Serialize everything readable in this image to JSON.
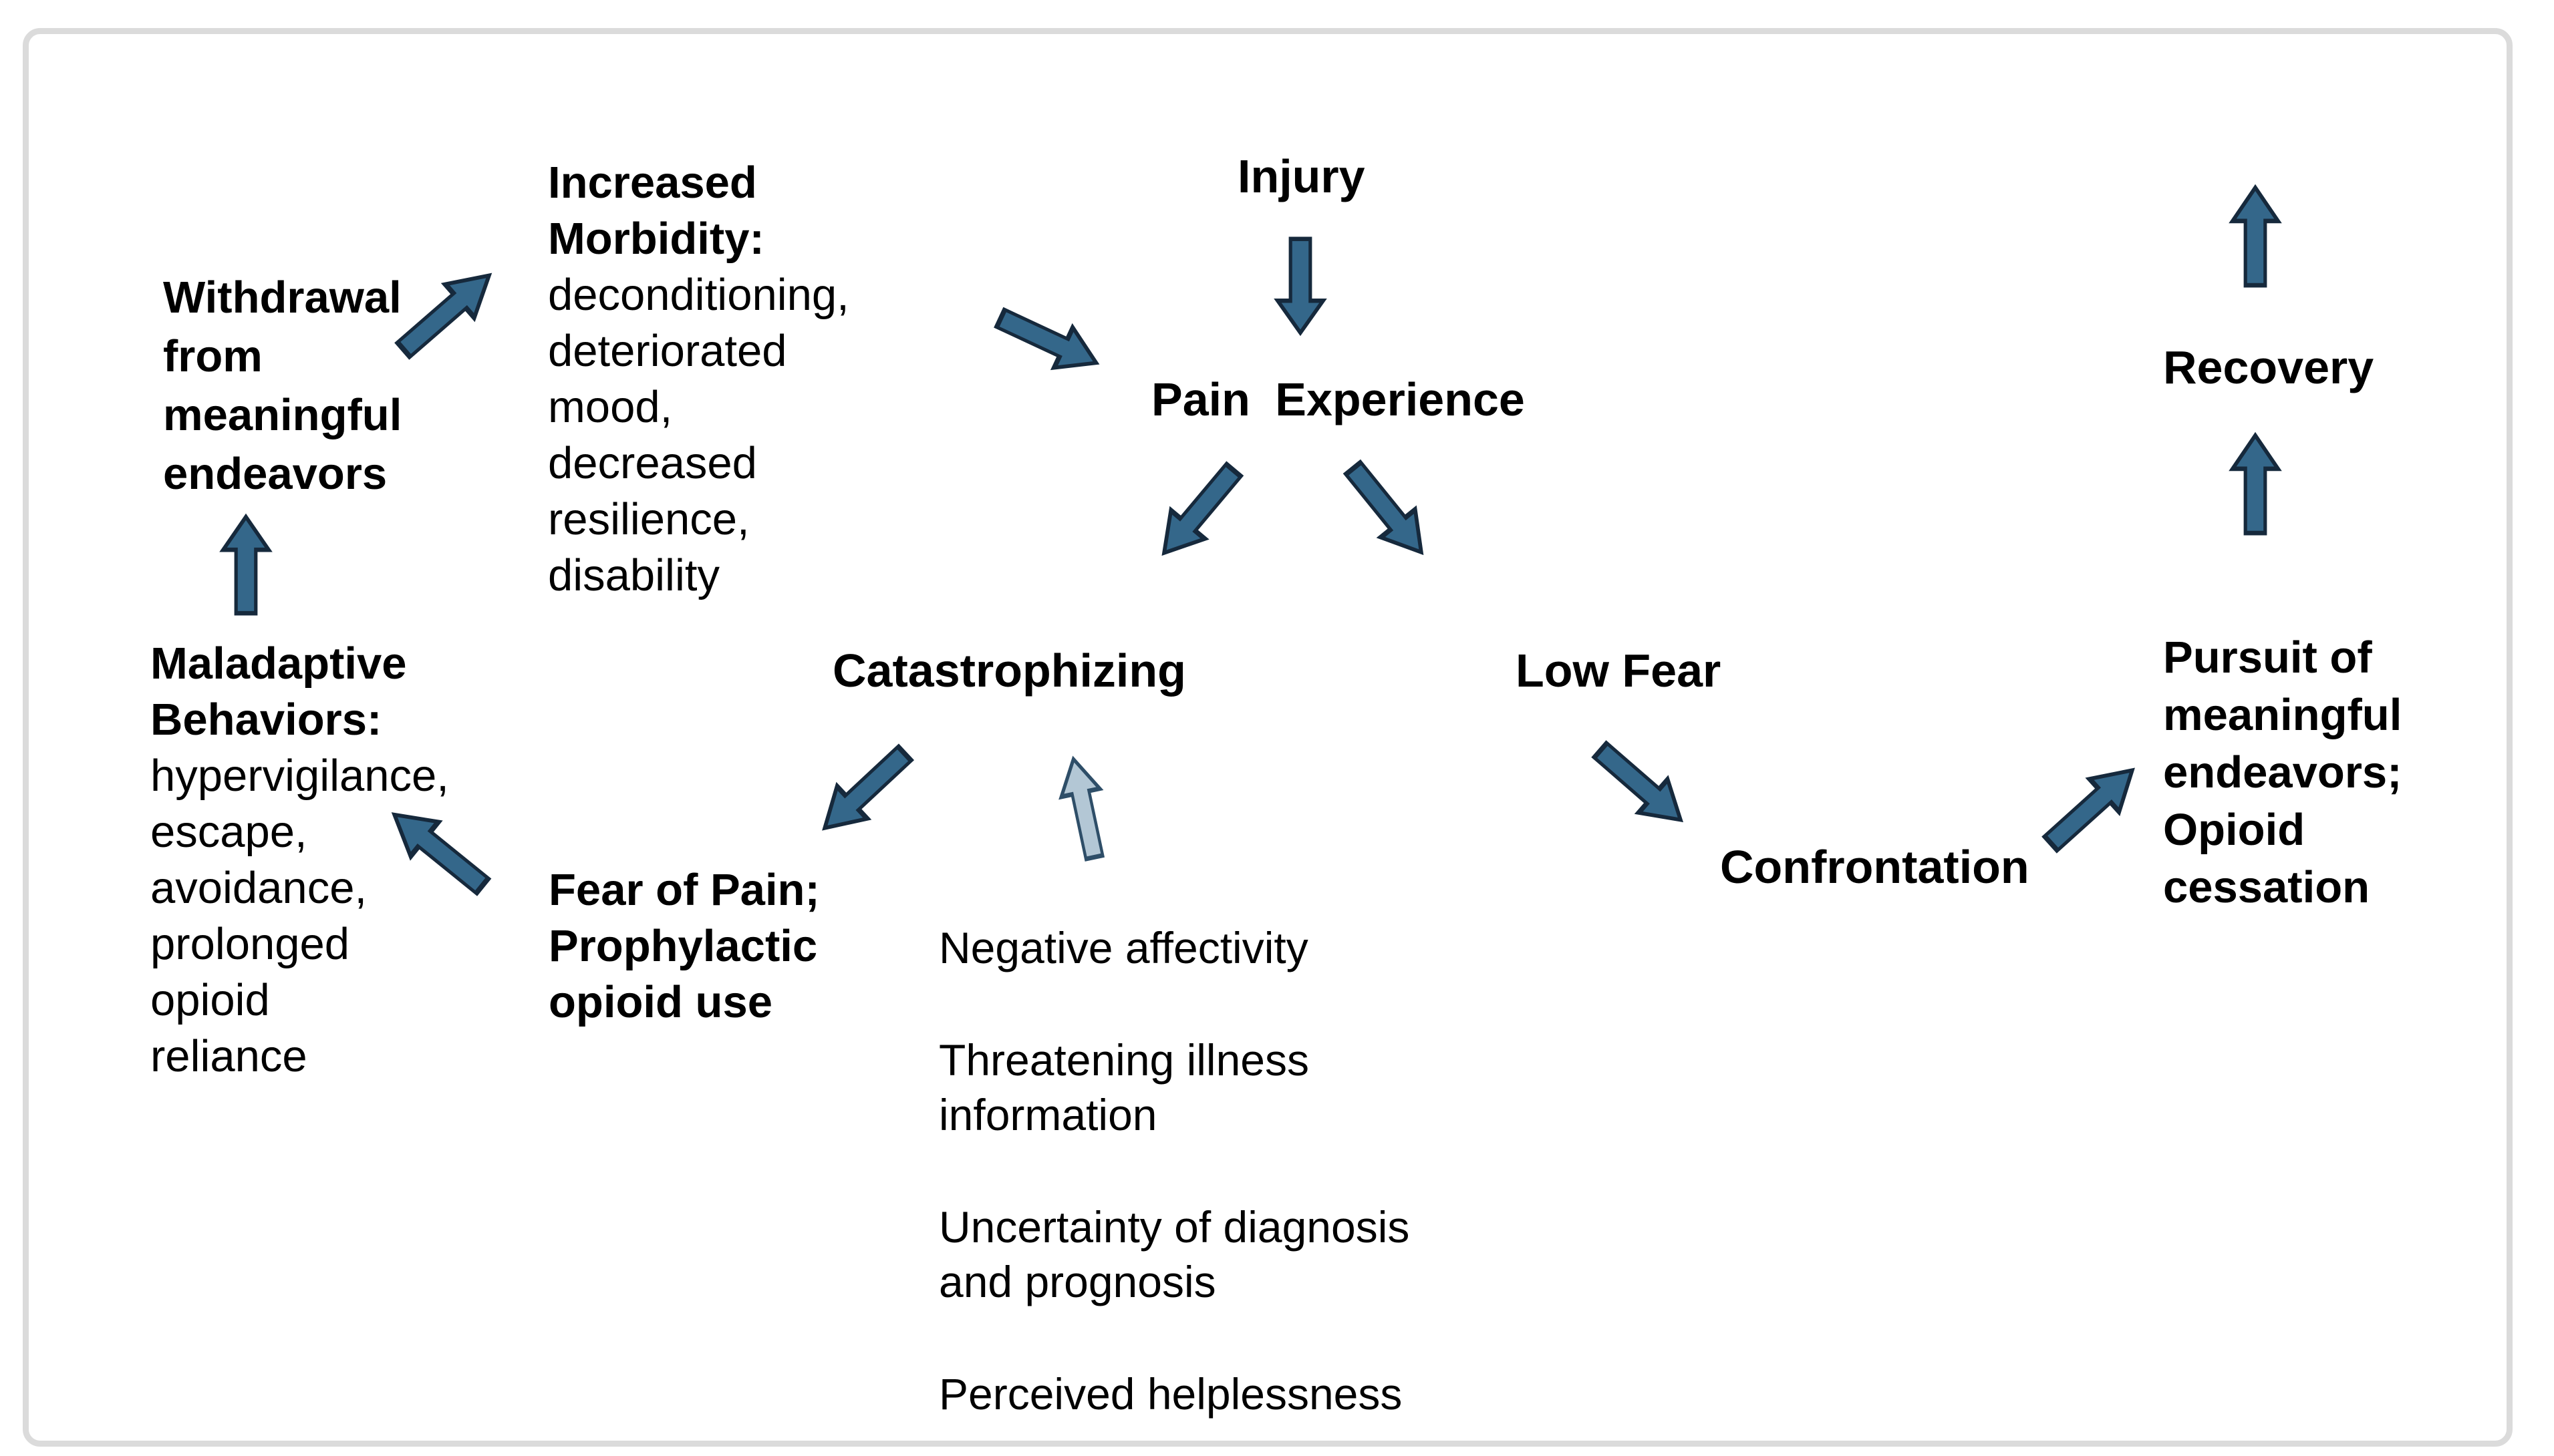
{
  "colors": {
    "arrow_fill": "#34678A",
    "arrow_stroke": "#16293C",
    "light_arrow_fill": "#B3C7D5",
    "light_arrow_stroke": "#2E4E68",
    "panel_border": "#DBDBDB",
    "text_color": "#000000"
  },
  "nodes": {
    "injury": {
      "label": "Injury"
    },
    "pain_experience": {
      "label": "Pain Experience"
    },
    "catastrophizing": {
      "label": "Catastrophizing"
    },
    "low_fear": {
      "label": "Low Fear"
    },
    "confrontation": {
      "label": "Confrontation"
    },
    "recovery": {
      "label": "Recovery"
    },
    "increased_morbidity": {
      "lines": [
        "Increased",
        "Morbidity:",
        "deconditioning,",
        "deteriorated",
        "mood,",
        "decreased",
        "resilience,",
        "disability"
      ]
    },
    "withdrawal": {
      "lines": [
        "Withdrawal",
        "from",
        "meaningful",
        "endeavors"
      ]
    },
    "maladaptive_behaviors": {
      "lines": [
        "Maladaptive",
        "Behaviors:",
        "hypervigilance,",
        "escape,",
        "avoidance,",
        "prolonged",
        "opioid",
        "reliance"
      ]
    },
    "fear_of_pain": {
      "lines": [
        "Fear of Pain;",
        "Prophylactic",
        "opioid use"
      ]
    },
    "pursuit": {
      "lines": [
        "Pursuit of",
        "meaningful",
        "endeavors;",
        "Opioid",
        "cessation"
      ]
    }
  },
  "contributors": {
    "items": [
      "Negative affectivity",
      "Threatening illness information",
      "Uncertainty of diagnosis and prognosis",
      "Perceived helplessness"
    ]
  }
}
